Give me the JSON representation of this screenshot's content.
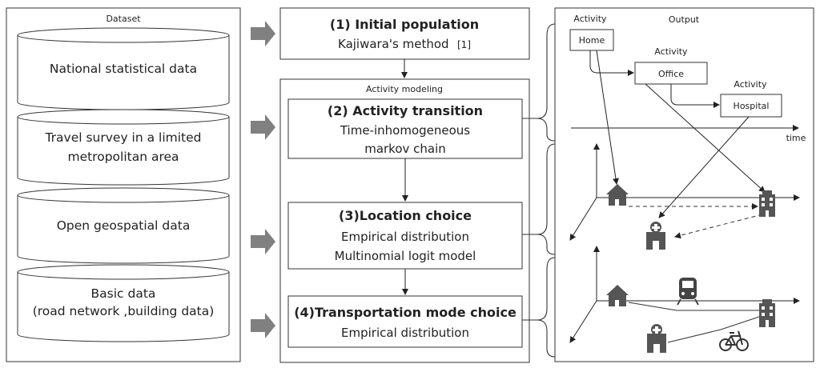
{
  "dataset": {
    "title": "Dataset",
    "items": [
      {
        "lines": [
          "National statistical data"
        ]
      },
      {
        "lines": [
          "Travel survey in a limited",
          "metropolitan area"
        ]
      },
      {
        "lines": [
          "Open geospatial data"
        ]
      },
      {
        "lines": [
          "Basic data",
          "(road network ,building data)"
        ]
      }
    ]
  },
  "steps": {
    "initial": {
      "title": "(1) Initial population",
      "desc": "Kajiwara's method",
      "ref": "[1]"
    },
    "activity_modeling_label": "Activity modeling",
    "transition": {
      "title": "(2) Activity transition",
      "desc1": "Time-inhomogeneous",
      "desc2": "markov chain"
    },
    "location": {
      "title": "(3)Location choice",
      "desc1": "Empirical distribution",
      "desc2": "Multinomial logit model"
    },
    "transport": {
      "title": "(4)Transportation mode choice",
      "desc1": "Empirical distribution"
    }
  },
  "output": {
    "title": "Output",
    "activity_label": "Activity",
    "activities": [
      "Home",
      "Office",
      "Hospital"
    ],
    "time_label": "time"
  },
  "colors": {
    "arrow_fill": "#808080",
    "icon_fill": "#555555",
    "line": "#222222"
  }
}
